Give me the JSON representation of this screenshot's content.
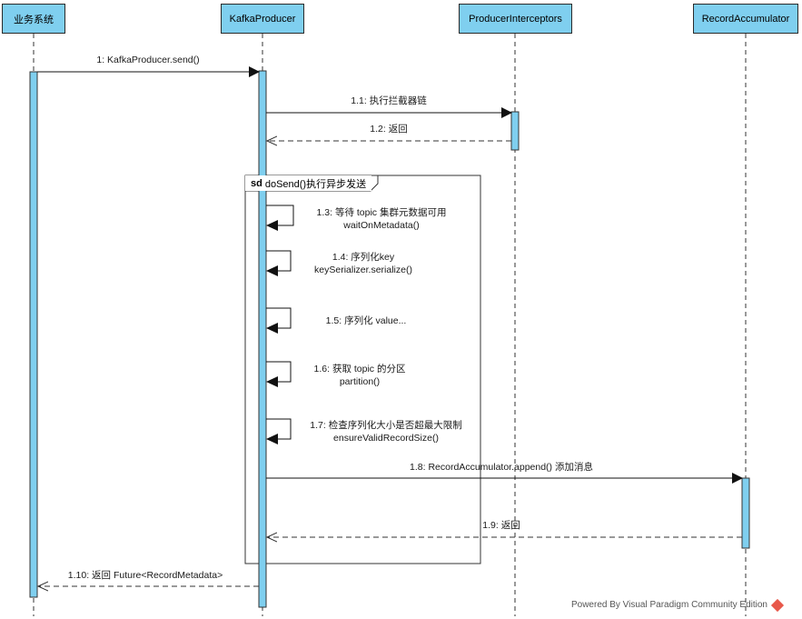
{
  "participants": [
    {
      "id": "biz",
      "label": "业务系统"
    },
    {
      "id": "kp",
      "label": "KafkaProducer"
    },
    {
      "id": "pi",
      "label": "ProducerInterceptors"
    },
    {
      "id": "ra",
      "label": "RecordAccumulator"
    }
  ],
  "frame": {
    "keyword": "sd",
    "title": "doSend()执行异步发送"
  },
  "messages": [
    {
      "id": "m1",
      "line1": "1: KafkaProducer.send()",
      "line2": ""
    },
    {
      "id": "m11",
      "line1": "1.1: 执行拦截器链",
      "line2": ""
    },
    {
      "id": "m12",
      "line1": "1.2: 返回",
      "line2": ""
    },
    {
      "id": "m13",
      "line1": "1.3: 等待 topic 集群元数据可用",
      "line2": "waitOnMetadata()"
    },
    {
      "id": "m14",
      "line1": "1.4: 序列化key",
      "line2": "keySerializer.serialize()"
    },
    {
      "id": "m15",
      "line1": "1.5: 序列化 value...",
      "line2": ""
    },
    {
      "id": "m16",
      "line1": "1.6: 获取 topic 的分区",
      "line2": "partition()"
    },
    {
      "id": "m17",
      "line1": "1.7: 检查序列化大小是否超最大限制",
      "line2": "ensureValidRecordSize()"
    },
    {
      "id": "m18",
      "line1": "1.8: RecordAccumulator.append() 添加消息",
      "line2": ""
    },
    {
      "id": "m19",
      "line1": "1.9: 返回",
      "line2": ""
    },
    {
      "id": "m110",
      "line1": "1.10: 返回 Future<RecordMetadata>",
      "line2": ""
    }
  ],
  "footer": "Powered By  Visual Paradigm Community Edition",
  "colors": {
    "header": "#7fcfef",
    "activation": "#7fcfef",
    "line": "#2a2a2a",
    "logo": "#e8584a"
  }
}
